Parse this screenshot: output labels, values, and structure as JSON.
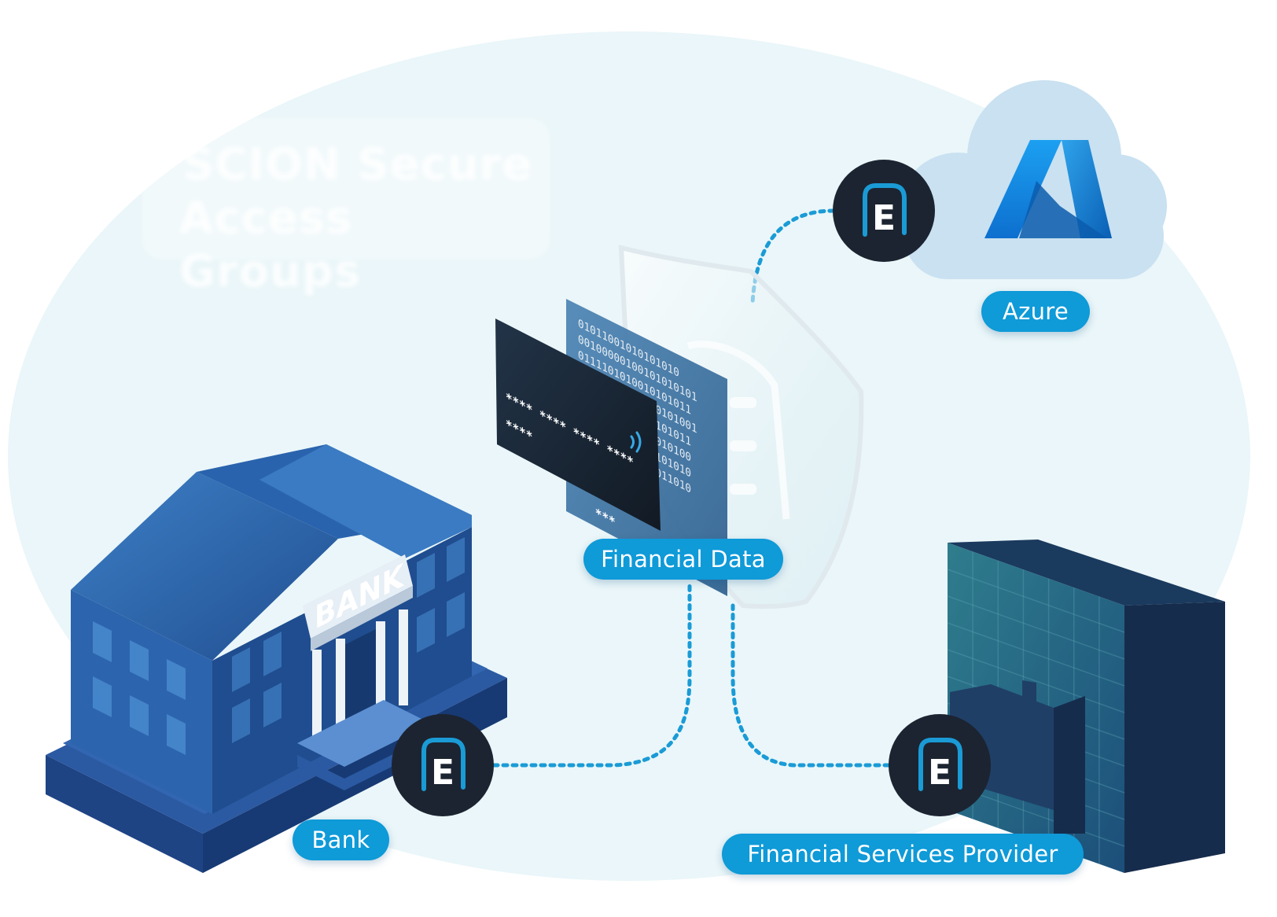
{
  "diagram": {
    "title_line1": "SCION Secure",
    "title_line2": "Access Groups",
    "labels": {
      "azure": "Azure",
      "financial_data": "Financial Data",
      "bank": "Bank",
      "provider": "Financial Services Provider"
    },
    "building_sign": "BANK",
    "card": {
      "number_line": "**** **** **** ****",
      "extra_line": "****",
      "cvv": "***"
    },
    "binary_lines": [
      "01011001010101010",
      "00100000100101010101",
      "0111101010010101011",
      "10101000101010101001",
      "0010101010010101011",
      "1010010100101010100",
      "0101010100100101010",
      "1001010101010011010"
    ],
    "node_glyph": "E",
    "colors": {
      "accent": "#0f9ad8",
      "node_bg": "#1c2431",
      "blob": "#eaf6f9",
      "bank_blue": "#2a63ad",
      "tower": "#1f4e74"
    }
  }
}
